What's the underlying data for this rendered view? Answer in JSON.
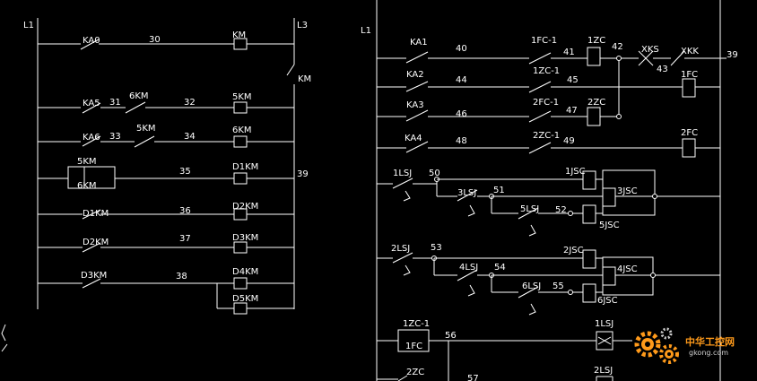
{
  "rails": {
    "l1_left": "L1",
    "l3": "L3",
    "l1_right": "L1"
  },
  "left": {
    "r1": {
      "contact": "KA0",
      "node": "30",
      "coil": "KM"
    },
    "km_contact": "KM",
    "r2": {
      "contact": "KA5",
      "n1": "31",
      "contact2": "6KM",
      "n2": "32",
      "coil": "5KM"
    },
    "r3": {
      "contact": "KA6",
      "n1": "33",
      "contact2": "5KM",
      "n2": "34",
      "coil": "6KM"
    },
    "r4": {
      "top": "5KM",
      "bottom": "6KM",
      "node": "35",
      "coil": "D1KM",
      "out": "39"
    },
    "r5": {
      "contact": "D1KM",
      "node": "36",
      "coil": "D2KM"
    },
    "r6": {
      "contact": "D2KM",
      "node": "37",
      "coil": "D3KM"
    },
    "r7": {
      "contact": "D3KM",
      "node": "38",
      "coil1": "D4KM",
      "coil2": "D5KM"
    }
  },
  "right": {
    "r1": {
      "contact": "KA1",
      "n1": "40",
      "contact2": "1FC-1",
      "n2": "41",
      "coil": "1ZC",
      "n3": "42",
      "contact3": "XKS",
      "n4": "43",
      "contact4": "XKK",
      "out": "39"
    },
    "r2": {
      "contact": "KA2",
      "n1": "44",
      "contact2": "1ZC-1",
      "n2": "45",
      "coil": "1FC"
    },
    "r3": {
      "contact": "KA3",
      "n1": "46",
      "contact2": "2FC-1",
      "n2": "47",
      "coil": "2ZC"
    },
    "r4": {
      "contact": "KA4",
      "n1": "48",
      "contact2": "2ZC-1",
      "n2": "49",
      "coil": "2FC"
    },
    "g1": {
      "contact": "1LSJ",
      "n1": "50",
      "coil1": "1JSC",
      "contact2": "3LSJ",
      "n2": "51",
      "coil3": "3JSC",
      "contact3": "5LSJ",
      "n3": "52",
      "coil5": "5JSC"
    },
    "g2": {
      "contact": "2LSJ",
      "n1": "53",
      "coil2": "2JSC",
      "contact2": "4LSJ",
      "n2": "54",
      "coil4": "4JSC",
      "contact3": "6LSJ",
      "n3": "55",
      "coil6": "6JSC"
    },
    "r9": {
      "contact": "1ZC-1",
      "contact2": "1FC",
      "node": "56",
      "coil": "1LSJ"
    },
    "r10": {
      "contact": "2ZC",
      "node": "57",
      "coil": "2LSJ"
    }
  },
  "watermark": {
    "title": "中华工控网",
    "url": "gkong.com"
  },
  "colors": {
    "background": "#000000",
    "lines": "#ffffff",
    "watermark": "#ff9a1a"
  }
}
